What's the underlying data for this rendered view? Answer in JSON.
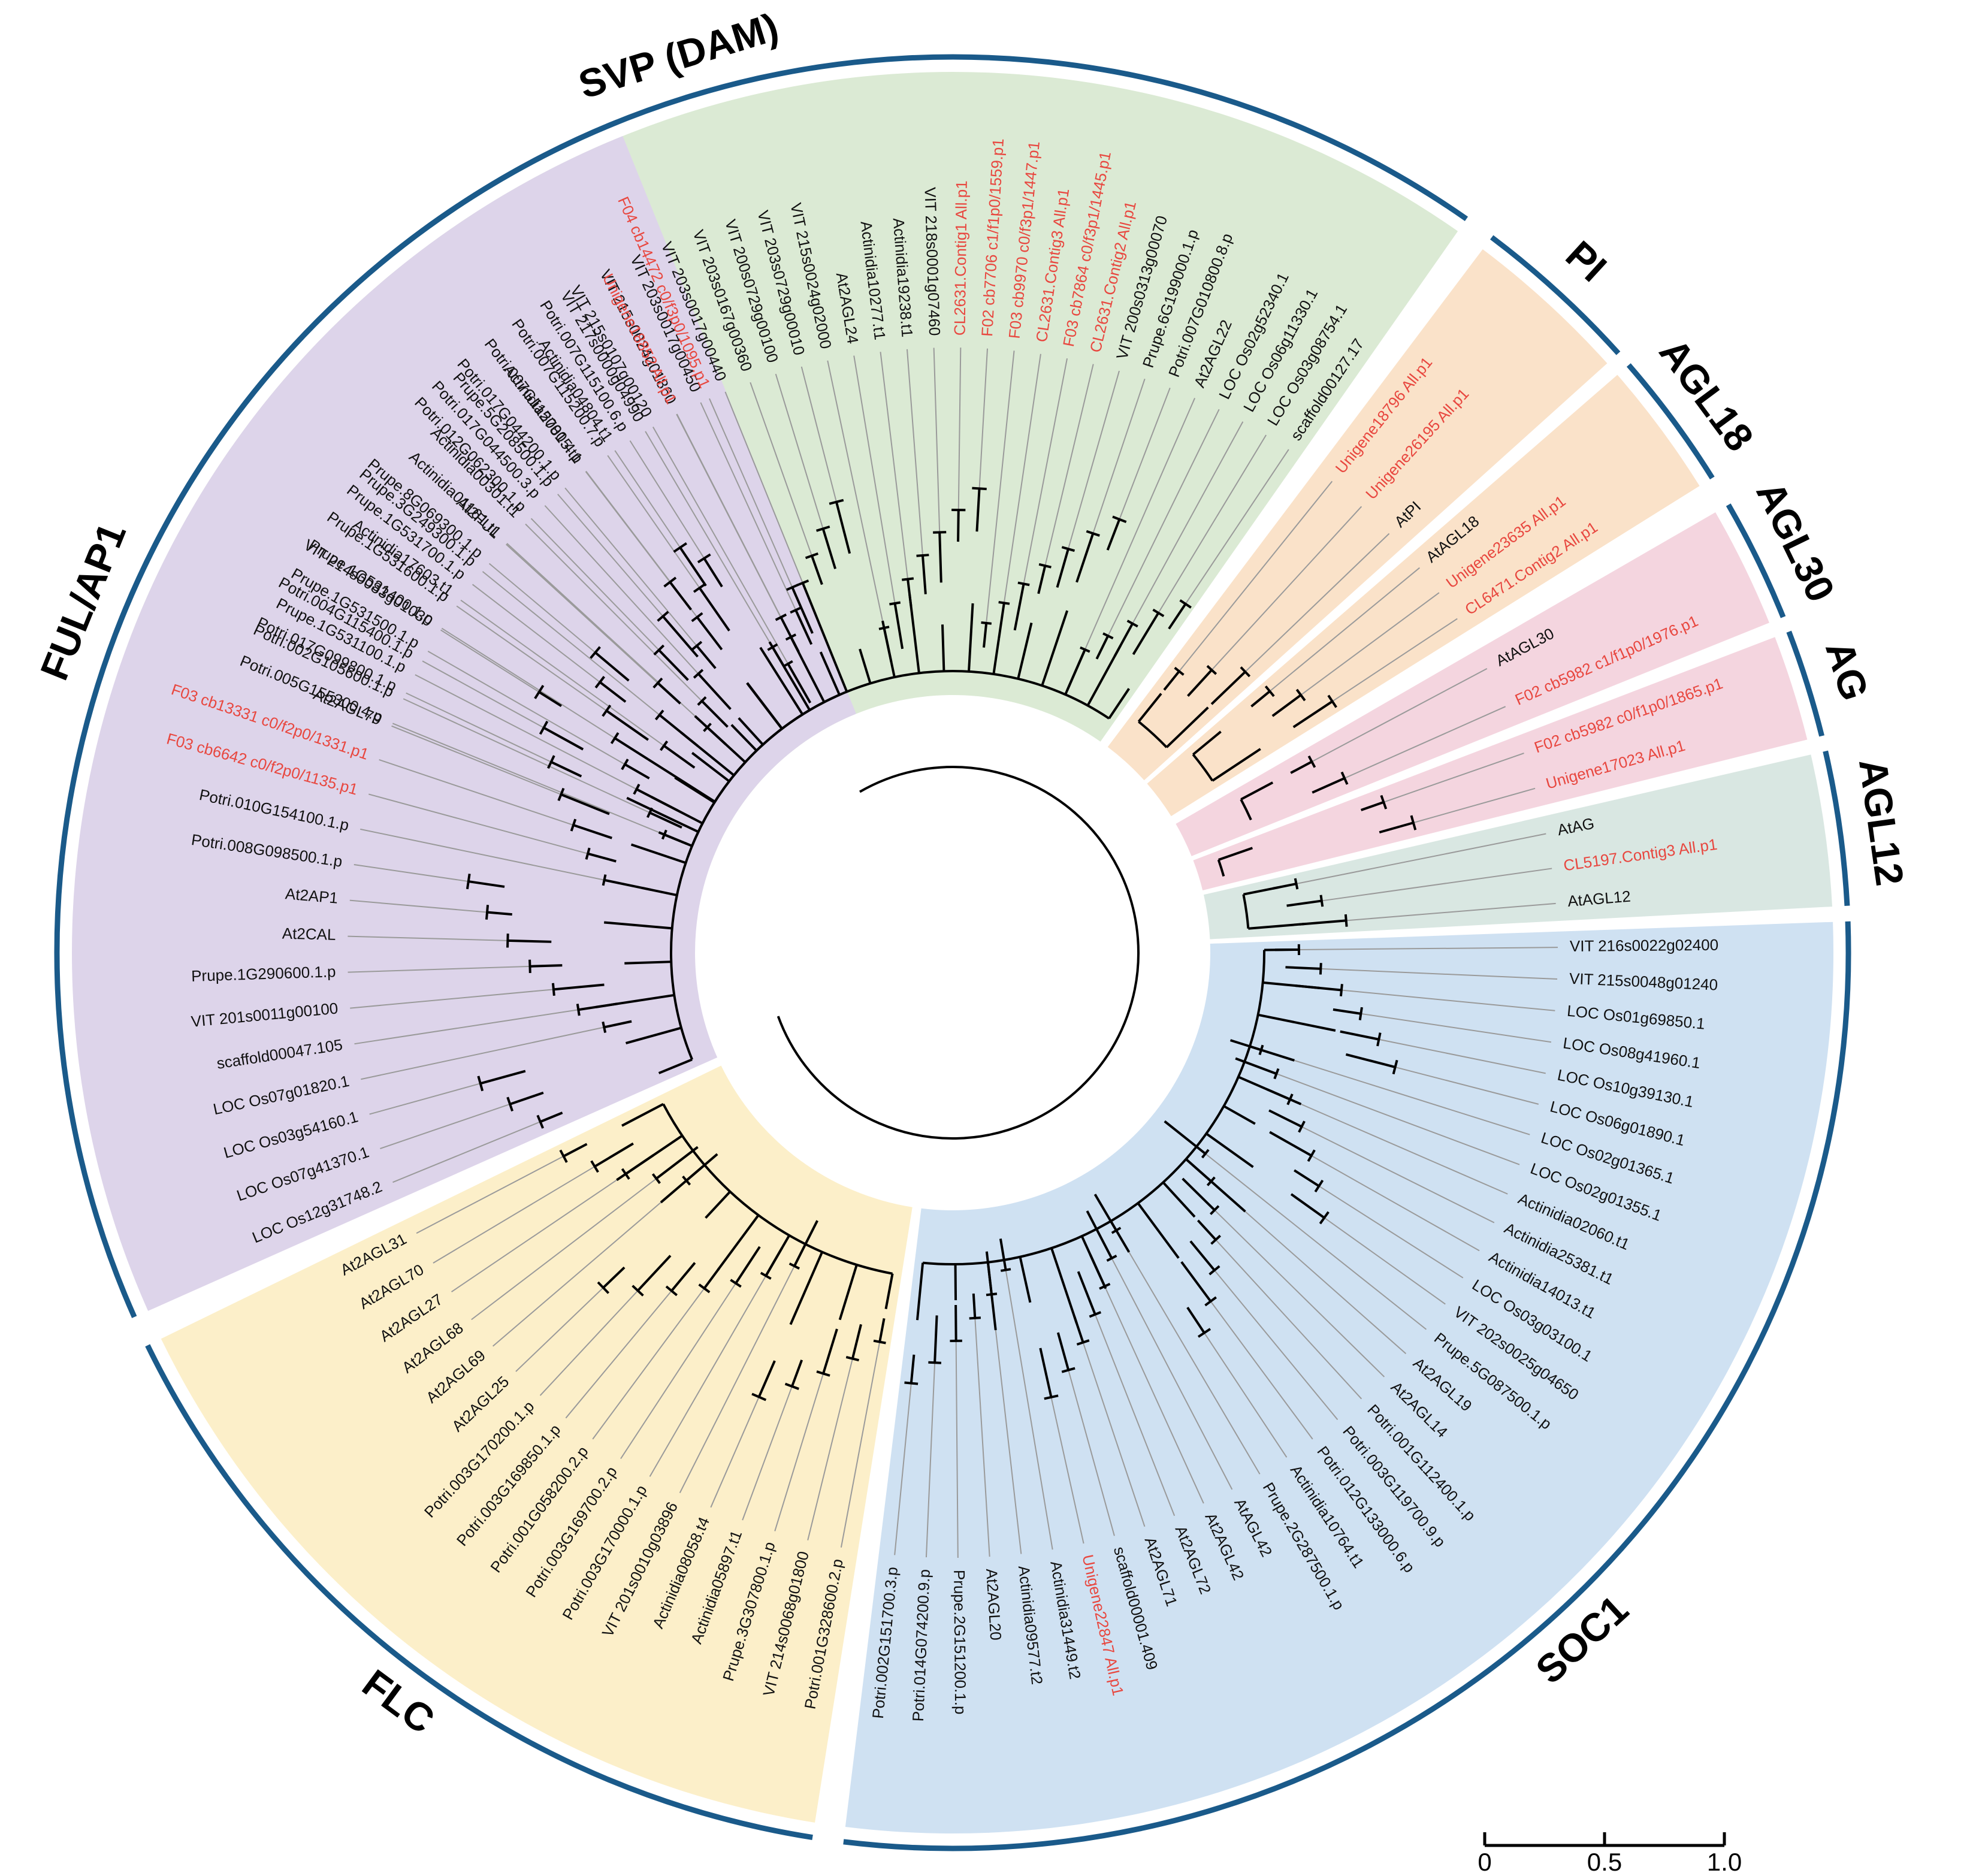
{
  "colors": {
    "highlight": "#e8473f",
    "normal": "#111111",
    "arc": "#1a5a8a",
    "guide": "#9a9a9a",
    "branch": "#000000"
  },
  "clades": [
    {
      "key": "svp",
      "label": "SVP (DAM)",
      "fill": "#dbead4",
      "start": 201,
      "end": 305,
      "leaves": [
        {
          "t": "Potri.005G155300.4.p"
        },
        {
          "t": "Potri.002G105600.1.p"
        },
        {
          "t": "Prupe.1G531100.1.p"
        },
        {
          "t": "Prupe.1G531500.1.p"
        },
        {
          "t": "Prupe.1G531400.1.p"
        },
        {
          "t": "Prupe.1G531600.1.p"
        },
        {
          "t": "Prupe.1G531700.1.p"
        },
        {
          "t": "Prupe.8G069300.1.p"
        },
        {
          "t": "Actinidia01161.t1"
        },
        {
          "t": "Actinidia00301.t1"
        },
        {
          "t": "Potri.017G044500.3.p"
        },
        {
          "t": "Potri.017G044200.1.p"
        },
        {
          "t": "Potri.007G115000.4.p"
        },
        {
          "t": "Potri.007G115200.7.p"
        },
        {
          "t": "Potri.007G115100.6.p"
        },
        {
          "t": "VIT 215s0107g00120"
        },
        {
          "t": "VIT 215s0024g01860"
        },
        {
          "t": "VIT 203s0017g00450"
        },
        {
          "t": "VIT 203s0017g00440"
        },
        {
          "t": "VIT 203s0167g00360"
        },
        {
          "t": "VIT 200s0729g00100"
        },
        {
          "t": "VIT 203s0729g00010"
        },
        {
          "t": "VIT 215s0024g02000"
        },
        {
          "t": "At2AGL24"
        },
        {
          "t": "Actinidia10277.t1"
        },
        {
          "t": "Actinidia19238.t1"
        },
        {
          "t": "VIT 218s0001g07460"
        },
        {
          "t": "CL2631.Contig1 All.p1",
          "hl": true
        },
        {
          "t": "F02 cb7706 c1/f1p0/1559.p1",
          "hl": true
        },
        {
          "t": "F03 cb9970 c0/f3p1/1447.p1",
          "hl": true
        },
        {
          "t": "CL2631.Contig3 All.p1",
          "hl": true
        },
        {
          "t": "F03 cb7864 c0/f3p1/1445.p1",
          "hl": true
        },
        {
          "t": "CL2631.Contig2 All.p1",
          "hl": true
        },
        {
          "t": "VIT 200s0313g00070"
        },
        {
          "t": "Prupe.6G199000.1.p"
        },
        {
          "t": "Potri.007G010800.8.p"
        },
        {
          "t": "At2AGL22"
        },
        {
          "t": "LOC Os02g52340.1"
        },
        {
          "t": "LOC Os06g11330.1"
        },
        {
          "t": "LOC Os03g08754.1"
        },
        {
          "t": "scaffold00127.17"
        }
      ]
    },
    {
      "key": "pi",
      "label": "PI",
      "fill": "#fae2c9",
      "start": 307,
      "end": 318,
      "leaves": [
        {
          "t": "Unigene18796 All.p1",
          "hl": true
        },
        {
          "t": "Unigene26195 All.p1",
          "hl": true
        },
        {
          "t": "AtPI"
        }
      ]
    },
    {
      "key": "agl18",
      "label": "AGL18",
      "fill": "#fae2c9",
      "start": 319,
      "end": 328,
      "leaves": [
        {
          "t": "AtAGL18"
        },
        {
          "t": "Unigene23635 All.p1",
          "hl": true
        },
        {
          "t": "CL6471.Contig2 All.p1",
          "hl": true
        }
      ]
    },
    {
      "key": "agl30",
      "label": "AGL30",
      "fill": "#f4d5df",
      "start": 330,
      "end": 338,
      "leaves": [
        {
          "t": "AtAGL30"
        },
        {
          "t": "F02 cb5982 c1/f1p0/1976.p1",
          "hl": true
        }
      ]
    },
    {
      "key": "ag",
      "label": "AG",
      "fill": "#f4d5df",
      "start": 339,
      "end": 346,
      "leaves": [
        {
          "t": "F02 cb5982 c0/f1p0/1865.p1",
          "hl": true
        },
        {
          "t": "Unigene17023 All.p1",
          "hl": true
        }
      ]
    },
    {
      "key": "agl12",
      "label": "AGL12",
      "fill": "#d9e7e2",
      "start": 347,
      "end": 357,
      "leaves": [
        {
          "t": "AtAG"
        },
        {
          "t": "CL5197.Contig3 All.p1",
          "hl": true
        },
        {
          "t": "AtAGL12"
        }
      ]
    },
    {
      "key": "soc1",
      "label": "SOC1",
      "fill": "#cfe1f2",
      "start": 358,
      "end": 457,
      "leaves": [
        {
          "t": "VIT 216s0022g02400"
        },
        {
          "t": "VIT 215s0048g01240"
        },
        {
          "t": "LOC Os01g69850.1"
        },
        {
          "t": "LOC Os08g41960.1"
        },
        {
          "t": "LOC Os10g39130.1"
        },
        {
          "t": "LOC Os06g01890.1"
        },
        {
          "t": "LOC Os02g01365.1"
        },
        {
          "t": "LOC Os02g01355.1"
        },
        {
          "t": "Actinidia02060.t1"
        },
        {
          "t": "Actinidia25381.t1"
        },
        {
          "t": "Actinidia14013.t1"
        },
        {
          "t": "LOC Os03g03100.1"
        },
        {
          "t": "VIT 202s0025g04650"
        },
        {
          "t": "Prupe.5G087500.1.p"
        },
        {
          "t": "At2AGL19"
        },
        {
          "t": "At2AGL14"
        },
        {
          "t": "Potri.001G112400.1.p"
        },
        {
          "t": "Potri.003G119700.9.p"
        },
        {
          "t": "Potri.012G133000.6.p"
        },
        {
          "t": "Actinidia10764.t1"
        },
        {
          "t": "Prupe.2G287500.1.p"
        },
        {
          "t": "AtAGL42"
        },
        {
          "t": "At2AGL42"
        },
        {
          "t": "At2AGL72"
        },
        {
          "t": "At2AGL71"
        },
        {
          "t": "scaffold00001.409"
        },
        {
          "t": "Unigene22847 All.p1",
          "hl": true
        },
        {
          "t": "Actinidia31449.t2"
        },
        {
          "t": "Actinidia09577.t2"
        },
        {
          "t": "At2AGL20"
        },
        {
          "t": "Prupe.2G151200.1.p"
        },
        {
          "t": "Potri.014G074200.9.p"
        },
        {
          "t": "Potri.002G151700.3.p"
        }
      ]
    },
    {
      "key": "flc",
      "label": "FLC",
      "fill": "#fcefc9",
      "start": 459,
      "end": 514,
      "leaves": [
        {
          "t": "Potri.001G328600.2.p"
        },
        {
          "t": "VIT 214s0068g01800"
        },
        {
          "t": "Prupe.3G307800.1.p"
        },
        {
          "t": "Actinidia05897.t1"
        },
        {
          "t": "Actinidia08058.t4"
        },
        {
          "t": "VIT 201s0010g03896"
        },
        {
          "t": "Potri.003G170000.1.p"
        },
        {
          "t": "Potri.003G169700.2.p"
        },
        {
          "t": "Potri.001G058200.2.p"
        },
        {
          "t": "Potri.003G169850.1.p"
        },
        {
          "t": "Potri.003G170200.1.p"
        },
        {
          "t": "At2AGL25"
        },
        {
          "t": "At2AGL69"
        },
        {
          "t": "At2AGL68"
        },
        {
          "t": "At2AGL27"
        },
        {
          "t": "At2AGL70"
        },
        {
          "t": "At2AGL31"
        }
      ]
    },
    {
      "key": "ful",
      "label": "FUL/AP1",
      "fill": "#ddd4ea",
      "start": 516,
      "end": 608,
      "leaves": [
        {
          "t": "LOC Os12g31748.2"
        },
        {
          "t": "LOC Os07g41370.1"
        },
        {
          "t": "LOC Os03g54160.1"
        },
        {
          "t": "LOC Os07g01820.1"
        },
        {
          "t": "scaffold00047.105"
        },
        {
          "t": "VIT 201s0011g00100"
        },
        {
          "t": "Prupe.1G290600.1.p"
        },
        {
          "t": "At2CAL"
        },
        {
          "t": "At2AP1"
        },
        {
          "t": "Potri.008G098500.1.p"
        },
        {
          "t": "Potri.010G154100.1.p"
        },
        {
          "t": "F03 cb6642 c0/f2p0/1135.p1",
          "hl": true
        },
        {
          "t": "F03 cb13331 c0/f2p0/1331.p1",
          "hl": true
        },
        {
          "t": "At2AGL79"
        },
        {
          "t": "Potri.017G099800.1.p"
        },
        {
          "t": "Potri.004G115400.1.p"
        },
        {
          "t": "VIT 214s0083g01030"
        },
        {
          "t": "Actinidia17603.t1"
        },
        {
          "t": "Prupe.3G249300.1.p"
        },
        {
          "t": "At2FUL"
        },
        {
          "t": "Potri.012G062300.1.p"
        },
        {
          "t": "Prupe.5G208500.1.p"
        },
        {
          "t": "Actinidia27815.t1"
        },
        {
          "t": "Actinidia04804.t1"
        },
        {
          "t": "VIT 217s0000g04990"
        },
        {
          "t": "Unigene18852 All.p1",
          "hl": true
        },
        {
          "t": "F04 cb14472 c0/f3p0/1095.p1",
          "hl": true
        }
      ]
    }
  ],
  "scale_bar": {
    "labels": [
      "0",
      "0.5",
      "1.0"
    ],
    "values": [
      0,
      0.5,
      1.0
    ]
  }
}
